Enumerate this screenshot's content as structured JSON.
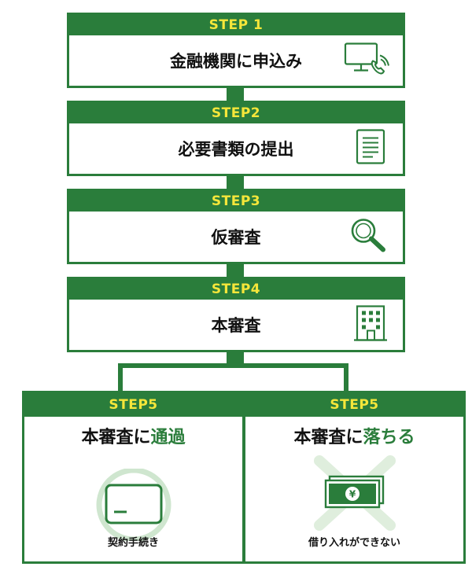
{
  "steps": [
    {
      "label": "STEP 1",
      "text": "金融機関に申込み",
      "icon": "computer-phone-icon"
    },
    {
      "label": "STEP2",
      "text": "必要書類の提出",
      "icon": "document-icon"
    },
    {
      "label": "STEP3",
      "text": "仮審査",
      "icon": "magnifier-icon"
    },
    {
      "label": "STEP4",
      "text": "本審査",
      "icon": "building-icon"
    }
  ],
  "outcomes": [
    {
      "label": "STEP5",
      "title_main": "本審査に",
      "title_accent": "通過",
      "caption": "契約手続き",
      "icon": "credit-card-icon"
    },
    {
      "label": "STEP5",
      "title_main": "本審査に",
      "title_accent": "落ちる",
      "caption": "借り入れができない",
      "icon": "yen-banknotes-icon"
    }
  ],
  "colors": {
    "green": "#2a7d3b",
    "step_label": "#f5e63a",
    "light_green": "#cfe6cf",
    "cross": "#dfeedd"
  }
}
